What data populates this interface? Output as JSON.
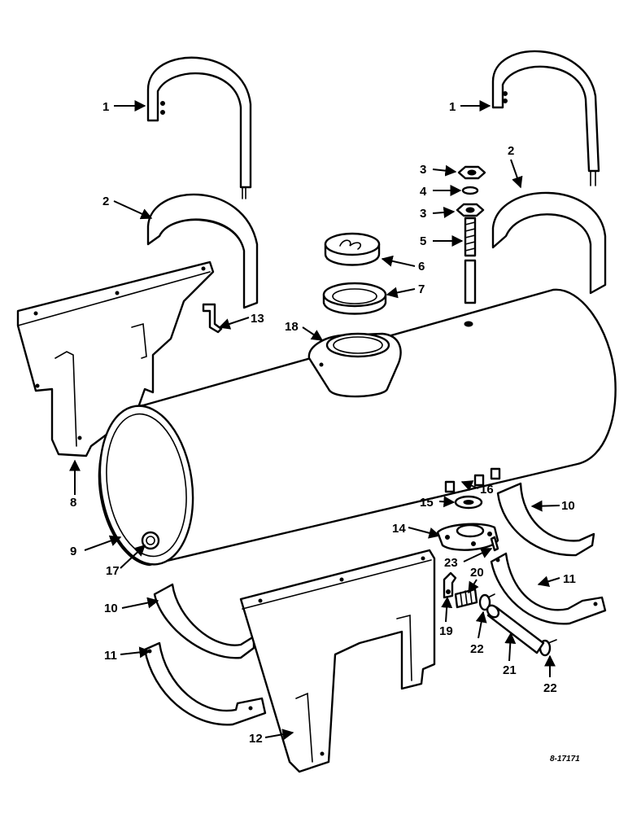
{
  "callouts": {
    "c1": "1",
    "c2": "2",
    "c3": "3",
    "c4": "4",
    "c5": "5",
    "c6": "6",
    "c7": "7",
    "c8": "8",
    "c9": "9",
    "c10": "10",
    "c11": "11",
    "c12": "12",
    "c13": "13",
    "c14": "14",
    "c15": "15",
    "c16": "16",
    "c17": "17",
    "c18": "18",
    "c19": "19",
    "c20": "20",
    "c21": "21",
    "c22": "22",
    "c23": "23"
  },
  "drawing_number": "8-17171",
  "colors": {
    "ink": "#000000",
    "paper": "#ffffff"
  }
}
